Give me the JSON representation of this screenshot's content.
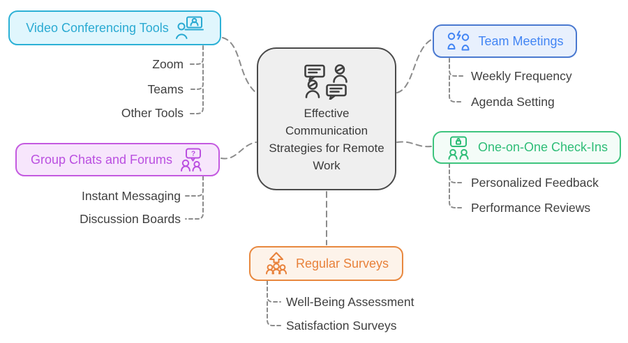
{
  "center": {
    "label": "Effective Communication Strategies for Remote Work",
    "icon": "conversation-icon",
    "background": "#efefef",
    "border": "#4a4a4a"
  },
  "branches": [
    {
      "id": "video-conferencing-tools",
      "label": "Video Conferencing Tools",
      "icon": "video-call-icon",
      "accent": "#2aaad2",
      "border": "#2cb1d6",
      "background": "#e0f6fd",
      "children": [
        "Zoom",
        "Teams",
        "Other Tools"
      ]
    },
    {
      "id": "group-chats-and-forums",
      "label": "Group Chats and Forums",
      "icon": "question-chat-icon",
      "accent": "#ba4fe0",
      "border": "#c45ae0",
      "background": "#f7e6fc",
      "children": [
        "Instant Messaging",
        "Discussion Boards"
      ]
    },
    {
      "id": "team-meetings",
      "label": "Team Meetings",
      "icon": "team-people-icon",
      "accent": "#4285f4",
      "border": "#4a79d0",
      "background": "#e8f0fd",
      "children": [
        "Weekly Frequency",
        "Agenda Setting"
      ]
    },
    {
      "id": "one-on-one-check-ins",
      "label": "One-on-One Check-Ins",
      "icon": "lock-chat-icon",
      "accent": "#2ebd77",
      "border": "#3ec47e",
      "background": "#f4fcf8",
      "children": [
        "Personalized Feedback",
        "Performance Reviews"
      ]
    },
    {
      "id": "regular-surveys",
      "label": "Regular Surveys",
      "icon": "growth-people-icon",
      "accent": "#e8813a",
      "border": "#e8883f",
      "background": "#fdf3ea",
      "children": [
        "Well-Being Assessment",
        "Satisfaction Surveys"
      ]
    }
  ],
  "connector_color": "#8b8b8b",
  "leaf_text_color": "#3f3f3f"
}
